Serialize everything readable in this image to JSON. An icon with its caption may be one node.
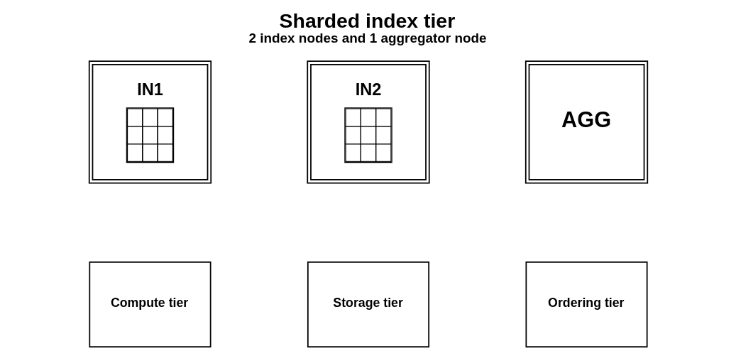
{
  "diagram": {
    "title": "Sharded index tier",
    "caption": "2 index nodes and 1 aggregator node",
    "nodes": [
      {
        "text": [
          "IN1"
        ]
      },
      {
        "text": [
          "IN2"
        ]
      },
      {
        "text": [
          "AGG"
        ]
      },
      {
        "text": [
          "Compute tier"
        ]
      },
      {
        "text": [
          "Storage tier"
        ]
      },
      {
        "text": [
          "Ordering tier"
        ]
      }
    ],
    "edges": []
  }
}
